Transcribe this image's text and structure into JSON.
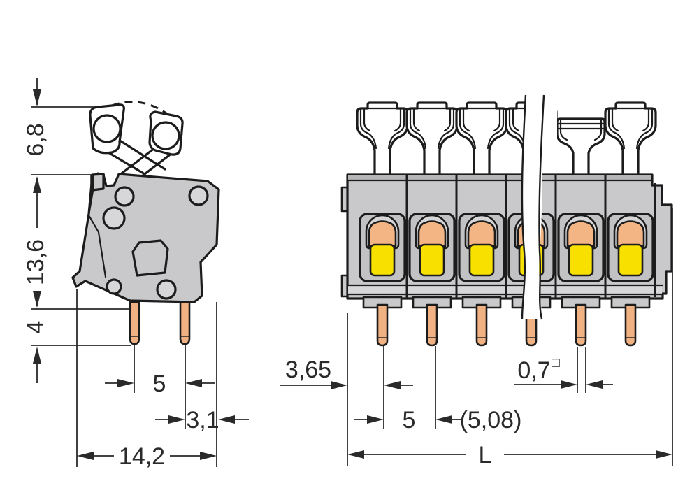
{
  "drawing_type": "terminal-block-dimensional-drawing",
  "colors": {
    "outline": "#1c1c1c",
    "dim_line": "#2a2a2a",
    "body_grey": "#c9c9cb",
    "body_grey_dark": "#b6b6b8",
    "body_grey_light": "#d7d7d9",
    "recess_grey": "#c2c2c4",
    "clamp_yellow": "#f8e100",
    "funnel_orange": "#f4b585",
    "pin_copper": "#f0b183"
  },
  "side_view": {
    "dims": {
      "lever_travel": "6,8",
      "housing_height": "13,6",
      "pin_length": "4",
      "pin_spacing": "5",
      "pin_to_edge": "3,1",
      "total_depth": "14,2"
    }
  },
  "front_view": {
    "dims": {
      "edge_to_first_pole": "3,65",
      "pole_pitch": "5",
      "pole_pitch_alt": "(5,08)",
      "pin_square": "0,7",
      "pin_square_symbol": "□",
      "total_length": "L"
    }
  }
}
